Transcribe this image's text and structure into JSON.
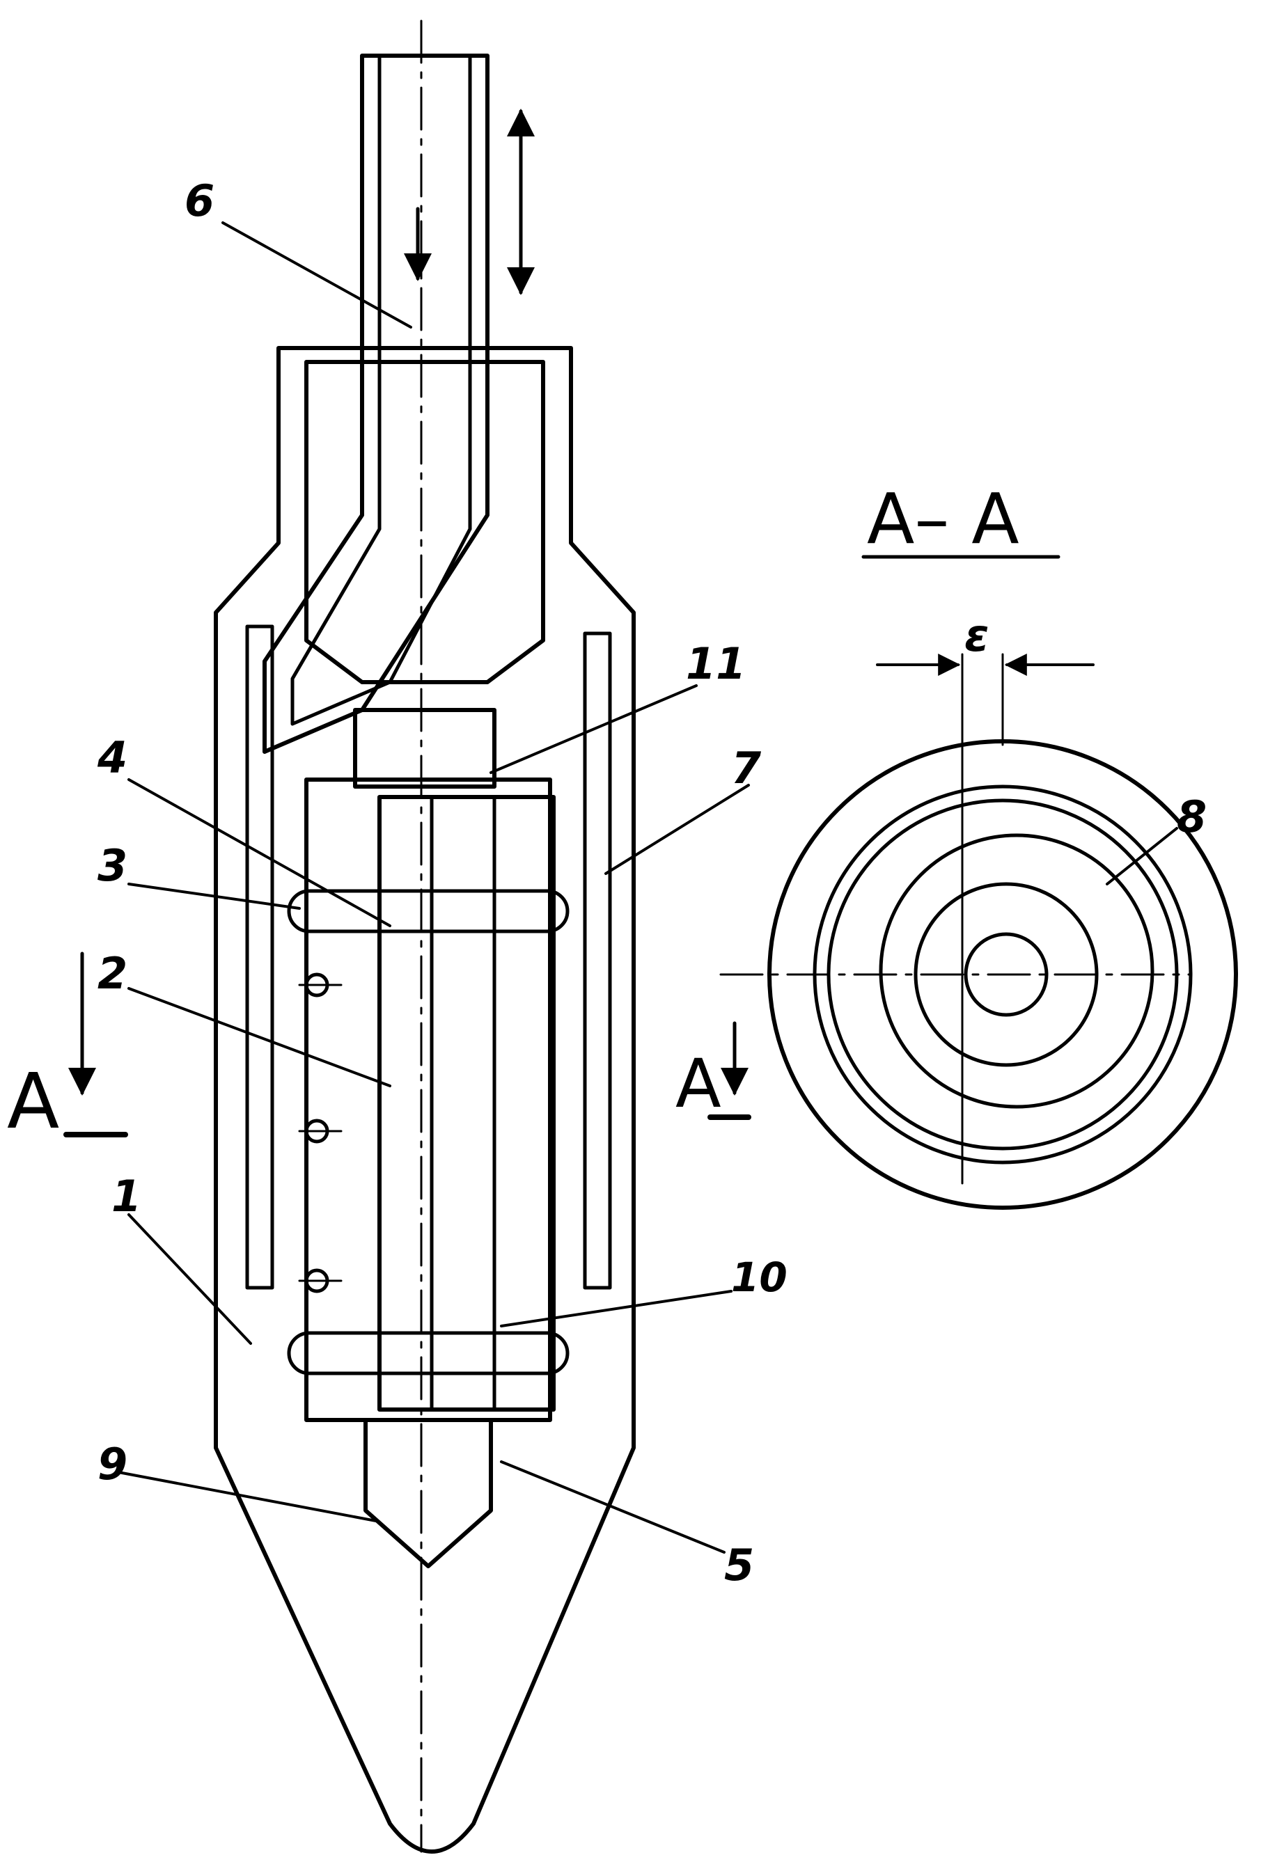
{
  "colors": {
    "ink": "#000000",
    "paper": "#ffffff"
  },
  "labels": {
    "l1": "1",
    "l2": "2",
    "l3": "3",
    "l4": "4",
    "l5": "5",
    "l6": "6",
    "l7": "7",
    "l8": "8",
    "l9": "9",
    "l10": "10",
    "l11": "11"
  },
  "section": {
    "title": "A– A",
    "mark_left": "A",
    "mark_right": "A",
    "epsilon": "ε"
  }
}
